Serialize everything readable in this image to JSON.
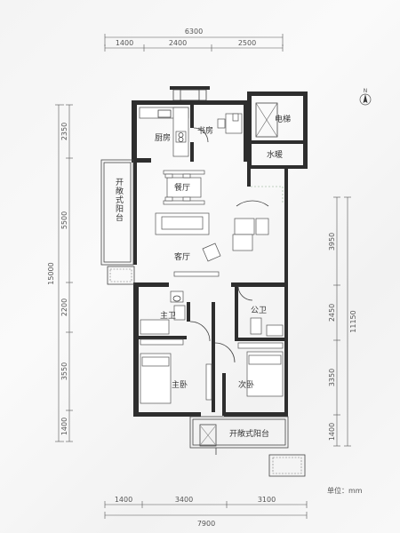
{
  "north": {
    "label": "N"
  },
  "dimensions": {
    "top_total": "6300",
    "top": [
      "1400",
      "2400",
      "2500"
    ],
    "left_total": "15000",
    "left": [
      "2350",
      "5500",
      "2200",
      "3550",
      "1400"
    ],
    "right_total": "11150",
    "right": [
      "3950",
      "2450",
      "3350",
      "1400"
    ],
    "bottom_total": "7900",
    "bottom": [
      "1400",
      "3400",
      "3100"
    ]
  },
  "rooms": {
    "kitchen": "厨房",
    "study": "书房",
    "elevator": "电梯",
    "water_heating": "水暖",
    "dining": "餐厅",
    "living": "客厅",
    "balcony_west": "开敞式阳台",
    "master_bath": "主卫",
    "public_bath": "公卫",
    "master_bedroom": "主卧",
    "second_bedroom": "次卧",
    "balcony_south": "开敞式阳台"
  },
  "unit_label": "单位：mm"
}
